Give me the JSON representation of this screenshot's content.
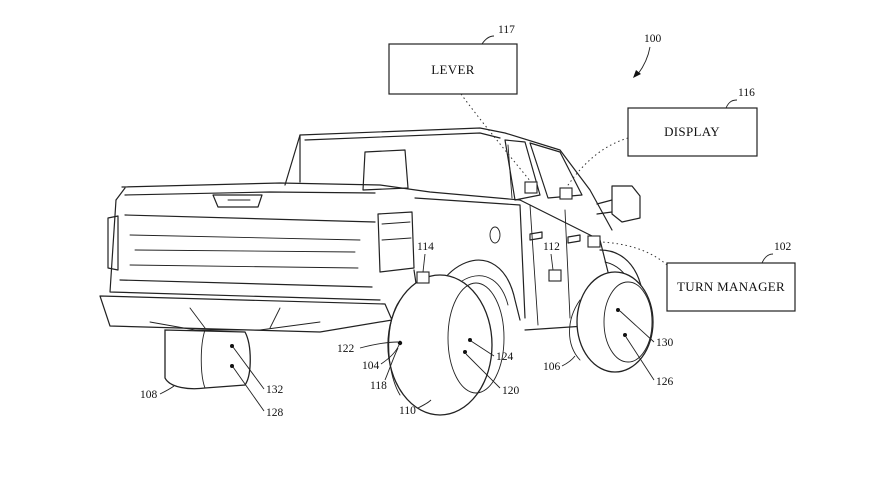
{
  "figure_ref": "100",
  "boxes": {
    "lever": {
      "label": "LEVER",
      "ref": "117"
    },
    "display": {
      "label": "DISPLAY",
      "ref": "116"
    },
    "turn_manager": {
      "label": "TURN MANAGER",
      "ref": "102"
    }
  },
  "refs": {
    "r114": "114",
    "r112": "112",
    "r122": "122",
    "r104": "104",
    "r118": "118",
    "r124": "124",
    "r120": "120",
    "r110": "110",
    "r106": "106",
    "r130": "130",
    "r126": "126",
    "r108": "108",
    "r132": "132",
    "r128": "128"
  }
}
